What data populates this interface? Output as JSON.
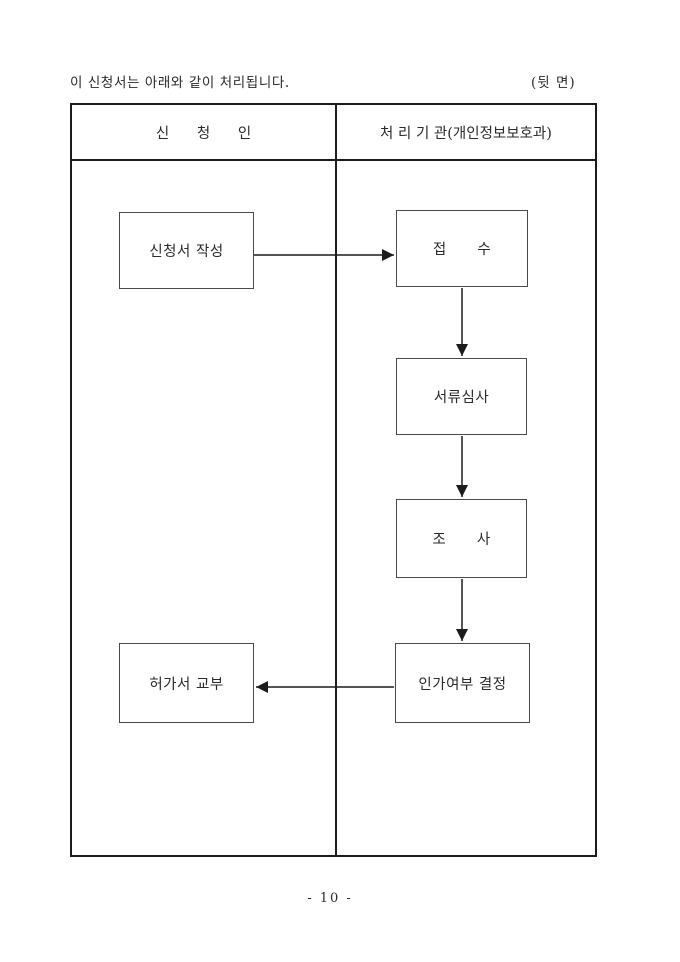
{
  "document": {
    "intro_text": "이 신청서는 아래와 같이 처리됩니다.",
    "back_side_label": "(뒷 면)",
    "page_number": "- 10 -"
  },
  "table": {
    "columns": [
      {
        "id": "applicant",
        "header": "신      청      인"
      },
      {
        "id": "agency",
        "header": "처 리 기 관(개인정보보호과)"
      }
    ]
  },
  "flowchart": {
    "nodes": [
      {
        "id": "write-application",
        "label": "신청서 작성",
        "column": "applicant"
      },
      {
        "id": "receipt",
        "label": "접      수",
        "column": "agency"
      },
      {
        "id": "document-review",
        "label": "서류심사",
        "column": "agency"
      },
      {
        "id": "investigation",
        "label": "조      사",
        "column": "agency"
      },
      {
        "id": "approval-decision",
        "label": "인가여부 결정",
        "column": "agency"
      },
      {
        "id": "permit-issuance",
        "label": "허가서 교부",
        "column": "applicant"
      }
    ],
    "edges": [
      {
        "from": "write-application",
        "to": "receipt",
        "direction": "right"
      },
      {
        "from": "receipt",
        "to": "document-review",
        "direction": "down"
      },
      {
        "from": "document-review",
        "to": "investigation",
        "direction": "down"
      },
      {
        "from": "investigation",
        "to": "approval-decision",
        "direction": "down"
      },
      {
        "from": "approval-decision",
        "to": "permit-issuance",
        "direction": "left"
      }
    ]
  },
  "colors": {
    "ink": "#1c1c1c",
    "box_border": "#4a4a4a",
    "background": "#ffffff"
  }
}
